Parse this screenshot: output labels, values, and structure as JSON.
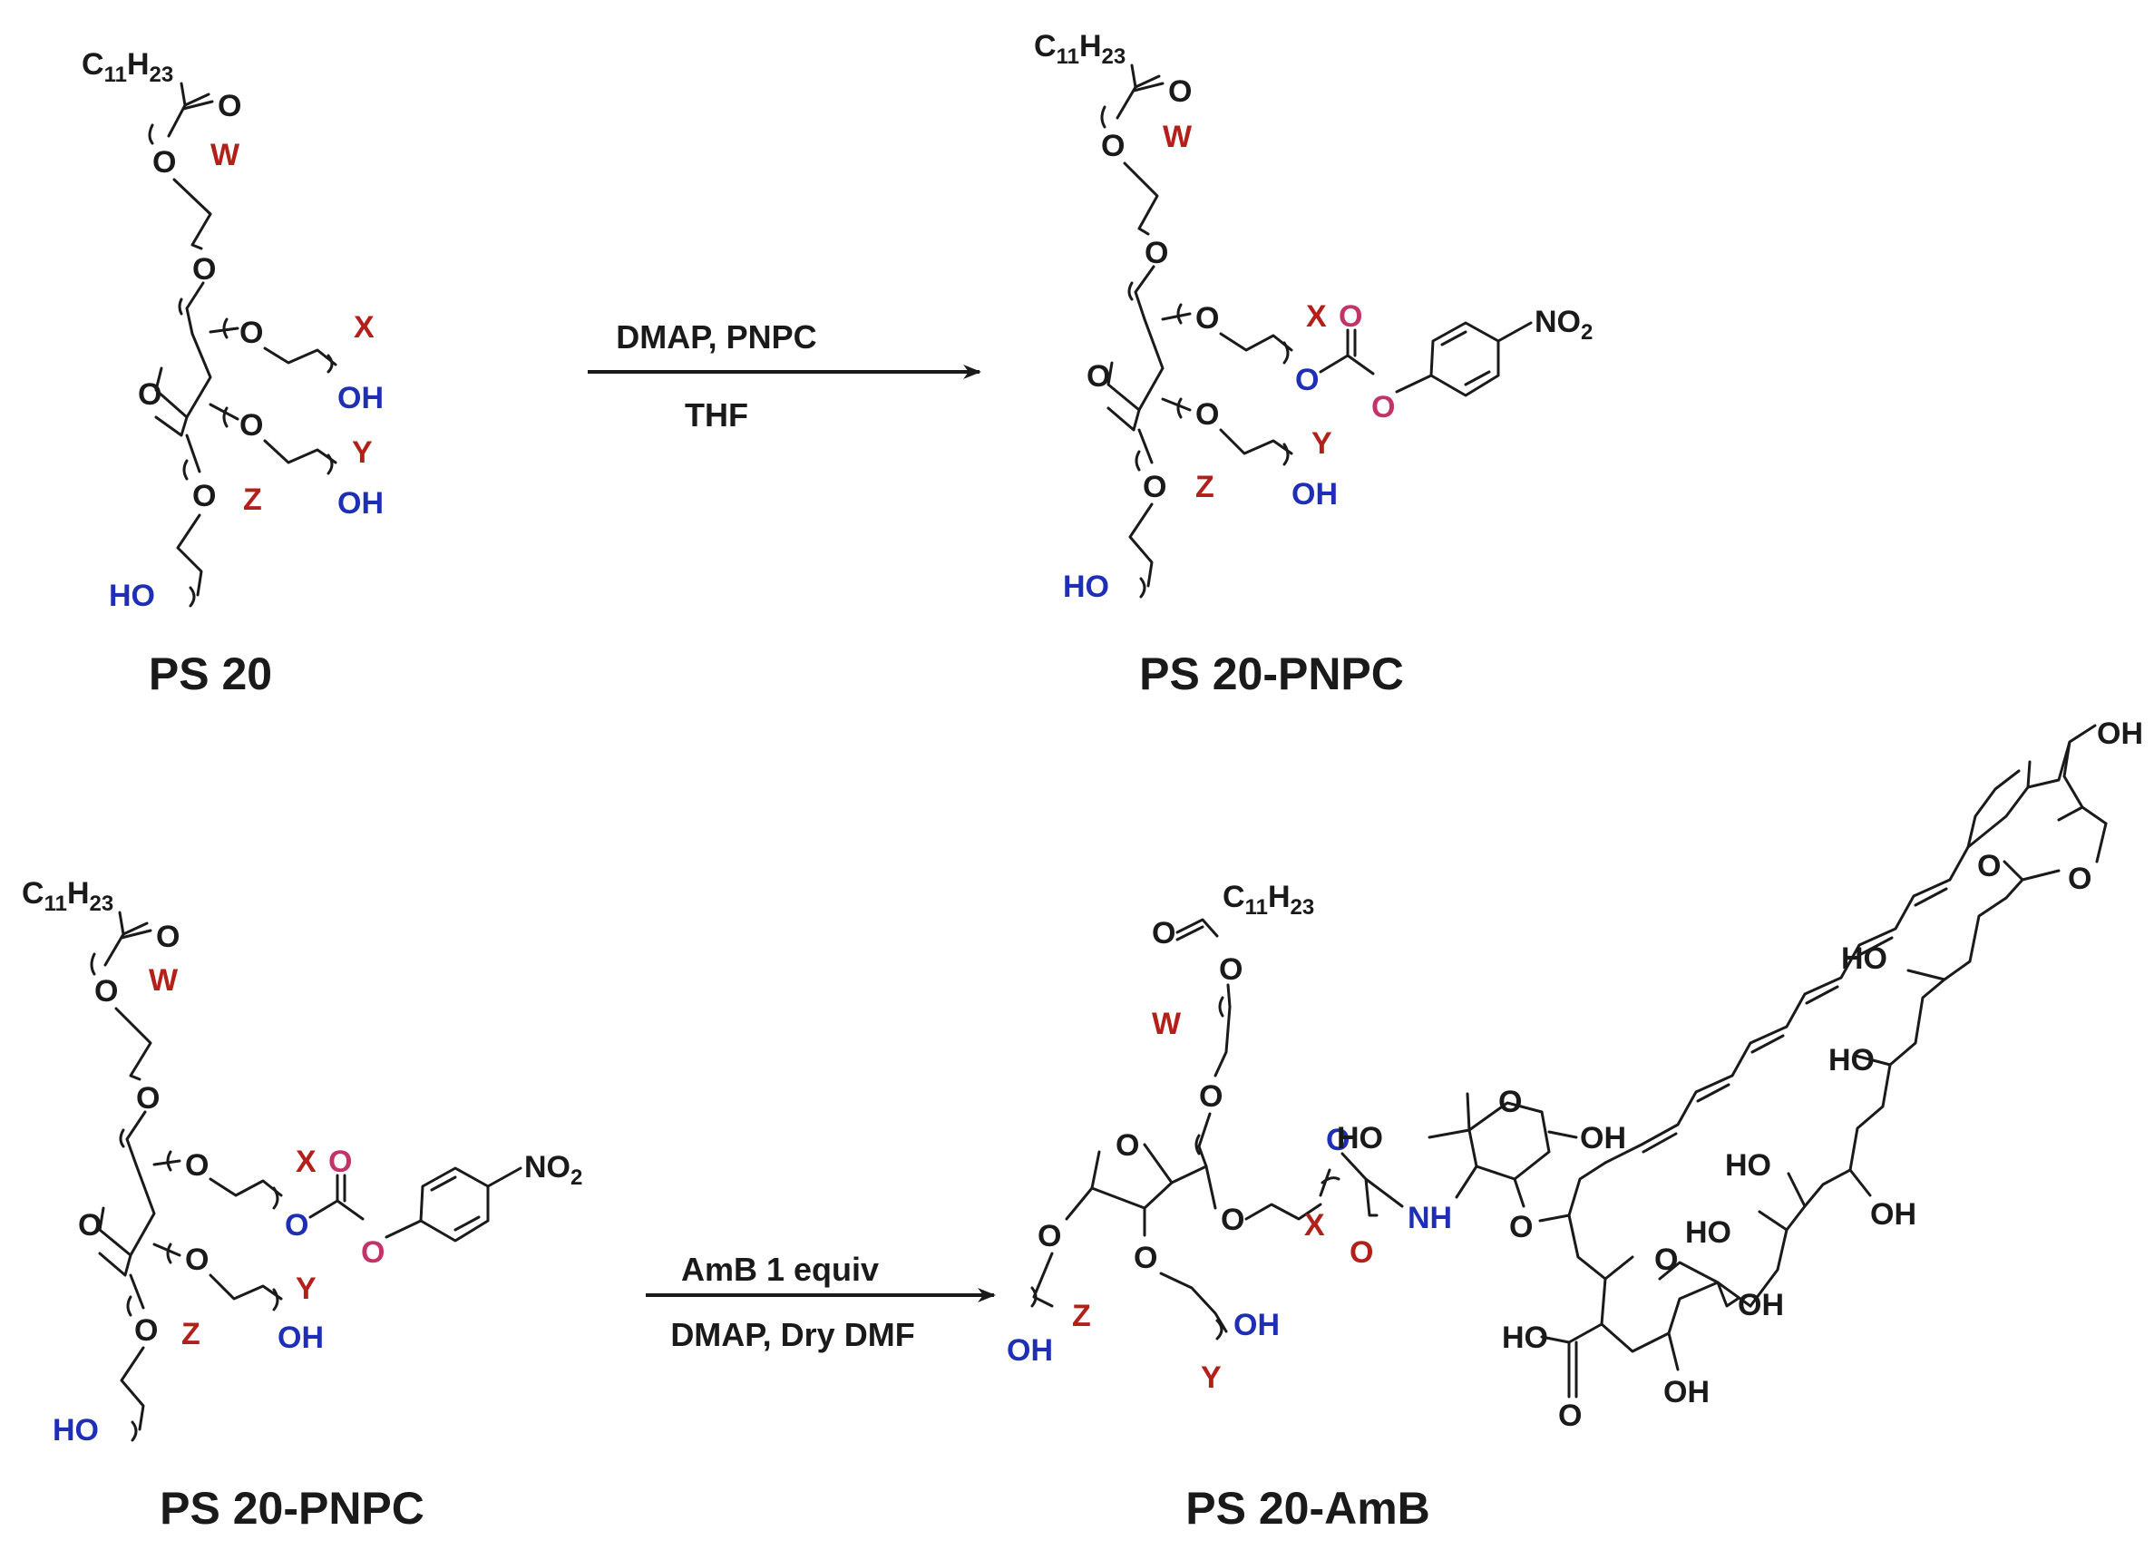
{
  "colors": {
    "black": "#1a1a1a",
    "red": "#b3201a",
    "blue": "#1f2fb5",
    "magenta": "#c2336a"
  },
  "labels": {
    "ps20": "PS 20",
    "ps20_pnpc": "PS 20-PNPC",
    "ps20_amb": "PS 20-AmB"
  },
  "reaction1": {
    "reagents": "DMAP, PNPC",
    "solvent": "THF"
  },
  "reaction2": {
    "reagents": "AmB  1 equiv",
    "solvent": "DMAP, Dry DMF"
  },
  "atoms": {
    "c11h23": "C11H23",
    "o": "O",
    "oh": "OH",
    "ho": "HO",
    "nh": "NH",
    "no2": "NO2",
    "w": "W",
    "x": "X",
    "y": "Y",
    "z": "Z"
  }
}
